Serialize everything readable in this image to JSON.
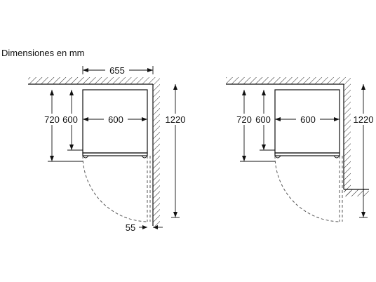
{
  "title": "Dimensiones en mm",
  "diagram_left": {
    "width_label": "655",
    "height_label_outer": "720",
    "height_label_inner": "600",
    "depth_label": "600",
    "total_height_label": "1220",
    "clearance_label": "55"
  },
  "diagram_right": {
    "height_label_outer": "720",
    "height_label_inner": "600",
    "depth_label": "600",
    "total_height_label": "1220"
  }
}
